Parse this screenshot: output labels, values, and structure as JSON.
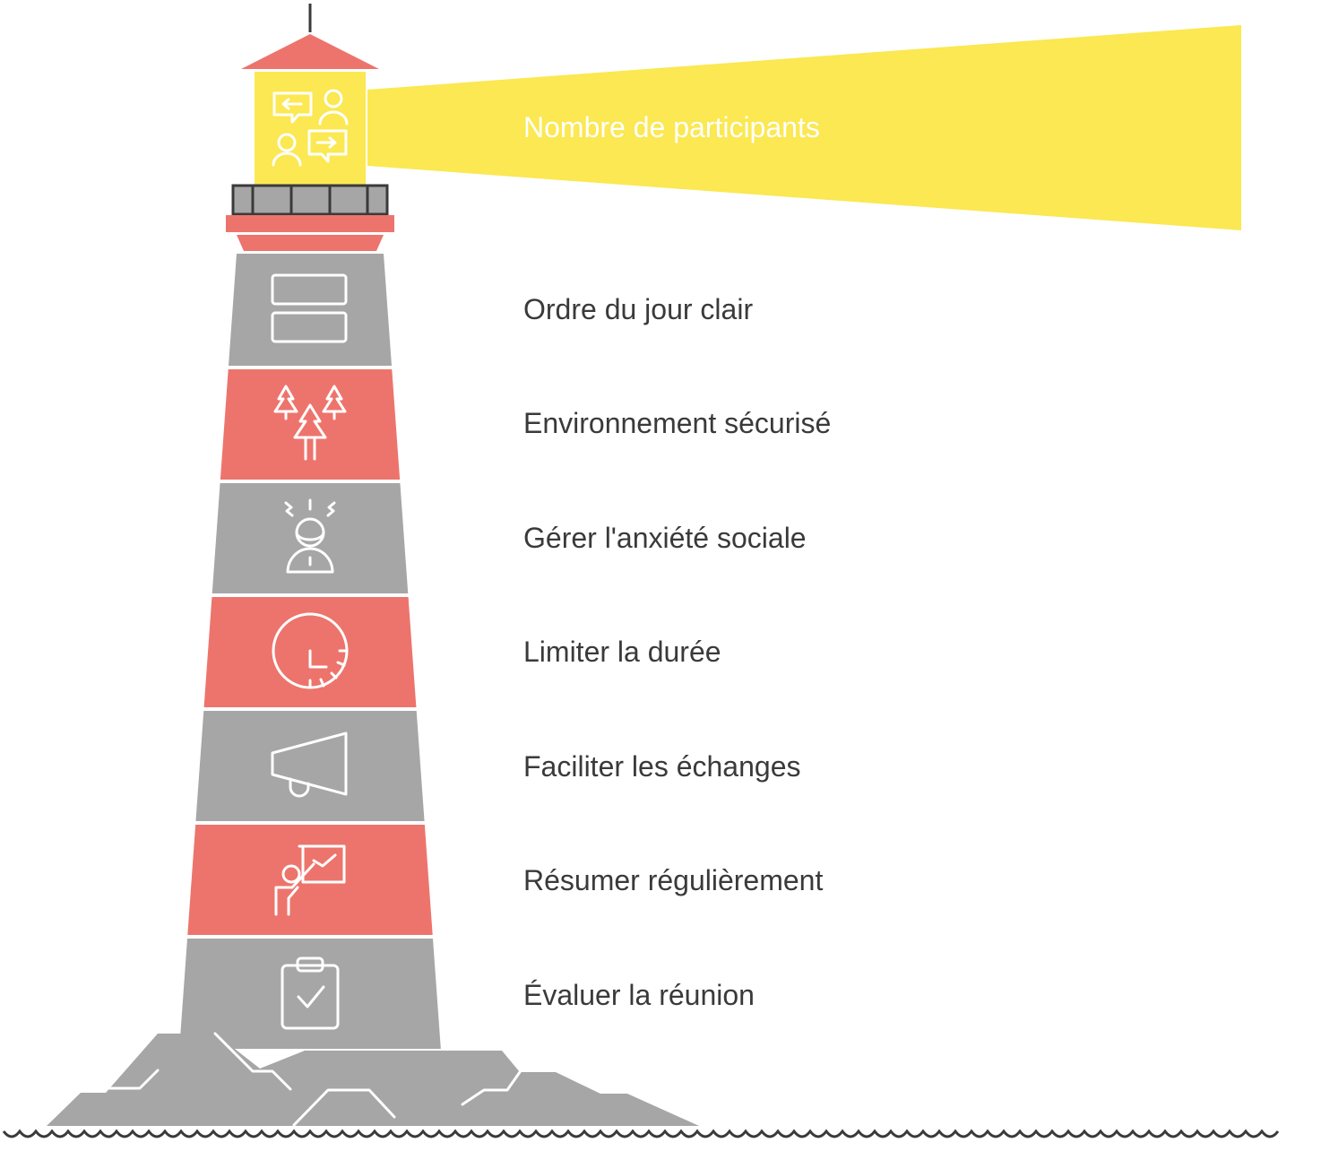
{
  "beam": {
    "label": "Nombre de participants",
    "icon": "conversation-people-icon"
  },
  "sections": [
    {
      "label": "Ordre du jour clair",
      "icon": "agenda-blocks-icon"
    },
    {
      "label": "Environnement sécurisé",
      "icon": "trees-icon"
    },
    {
      "label": "Gérer l'anxiété sociale",
      "icon": "anxious-person-icon"
    },
    {
      "label": "Limiter la durée",
      "icon": "clock-icon"
    },
    {
      "label": "Faciliter les échanges",
      "icon": "megaphone-icon"
    },
    {
      "label": "Résumer régulièrement",
      "icon": "presenter-board-icon"
    },
    {
      "label": "Évaluer la réunion",
      "icon": "clipboard-check-icon"
    }
  ],
  "colors": {
    "gray": "#a6a6a6",
    "coral": "#ed746c",
    "beam": "#fbe852",
    "text": "#3a3a3a",
    "outline": "#3a3a3a",
    "icon": "#ffffff"
  }
}
